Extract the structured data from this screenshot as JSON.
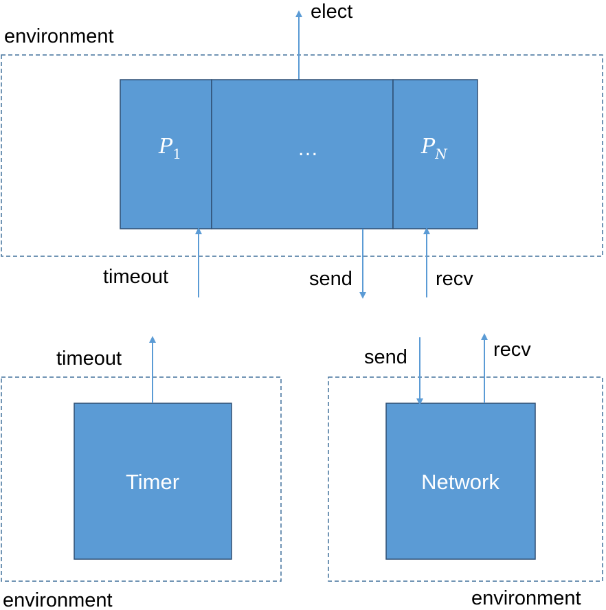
{
  "colors": {
    "box_fill": "#5b9bd5",
    "box_stroke": "#2f4f73",
    "arrow": "#5b9bd5",
    "dashed_border": "#41719c"
  },
  "top": {
    "environment_label": "environment",
    "elect_label": "elect",
    "process_first": {
      "symbol": "P",
      "subscript": "1"
    },
    "process_middle": "…",
    "process_last": {
      "symbol": "P",
      "subscript": "N"
    },
    "timeout_label": "timeout",
    "send_label": "send",
    "recv_label": "recv"
  },
  "timer": {
    "box_label": "Timer",
    "timeout_label": "timeout",
    "environment_label": "environment"
  },
  "network": {
    "box_label": "Network",
    "send_label": "send",
    "recv_label": "recv",
    "environment_label": "environment"
  }
}
